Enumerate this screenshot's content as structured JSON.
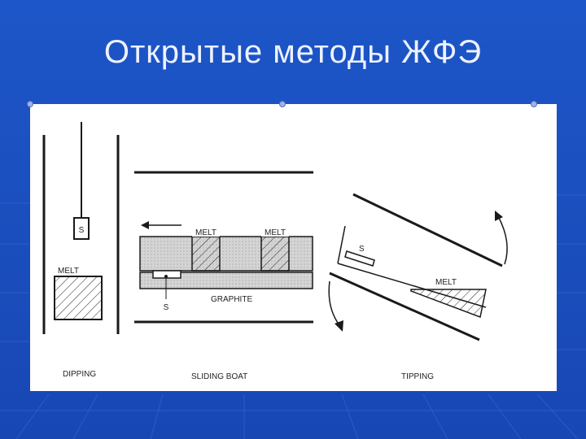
{
  "slide": {
    "title": "Открытые методы ЖФЭ"
  },
  "colors": {
    "background": "#1a4fc0",
    "panel": "#ffffff",
    "line": "#1a1a1a",
    "graphite_fill": "#cfcfcf"
  },
  "diagram": {
    "dipping": {
      "caption": "DIPPING",
      "substrate_label": "S",
      "melt_label": "MELT"
    },
    "sliding_boat": {
      "caption": "SLIDING BOAT",
      "melt_label_1": "MELT",
      "melt_label_2": "MELT",
      "graphite_label": "GRAPHITE",
      "substrate_label": "S"
    },
    "tipping": {
      "caption": "TIPPING",
      "substrate_label": "S",
      "melt_label": "MELT"
    }
  }
}
